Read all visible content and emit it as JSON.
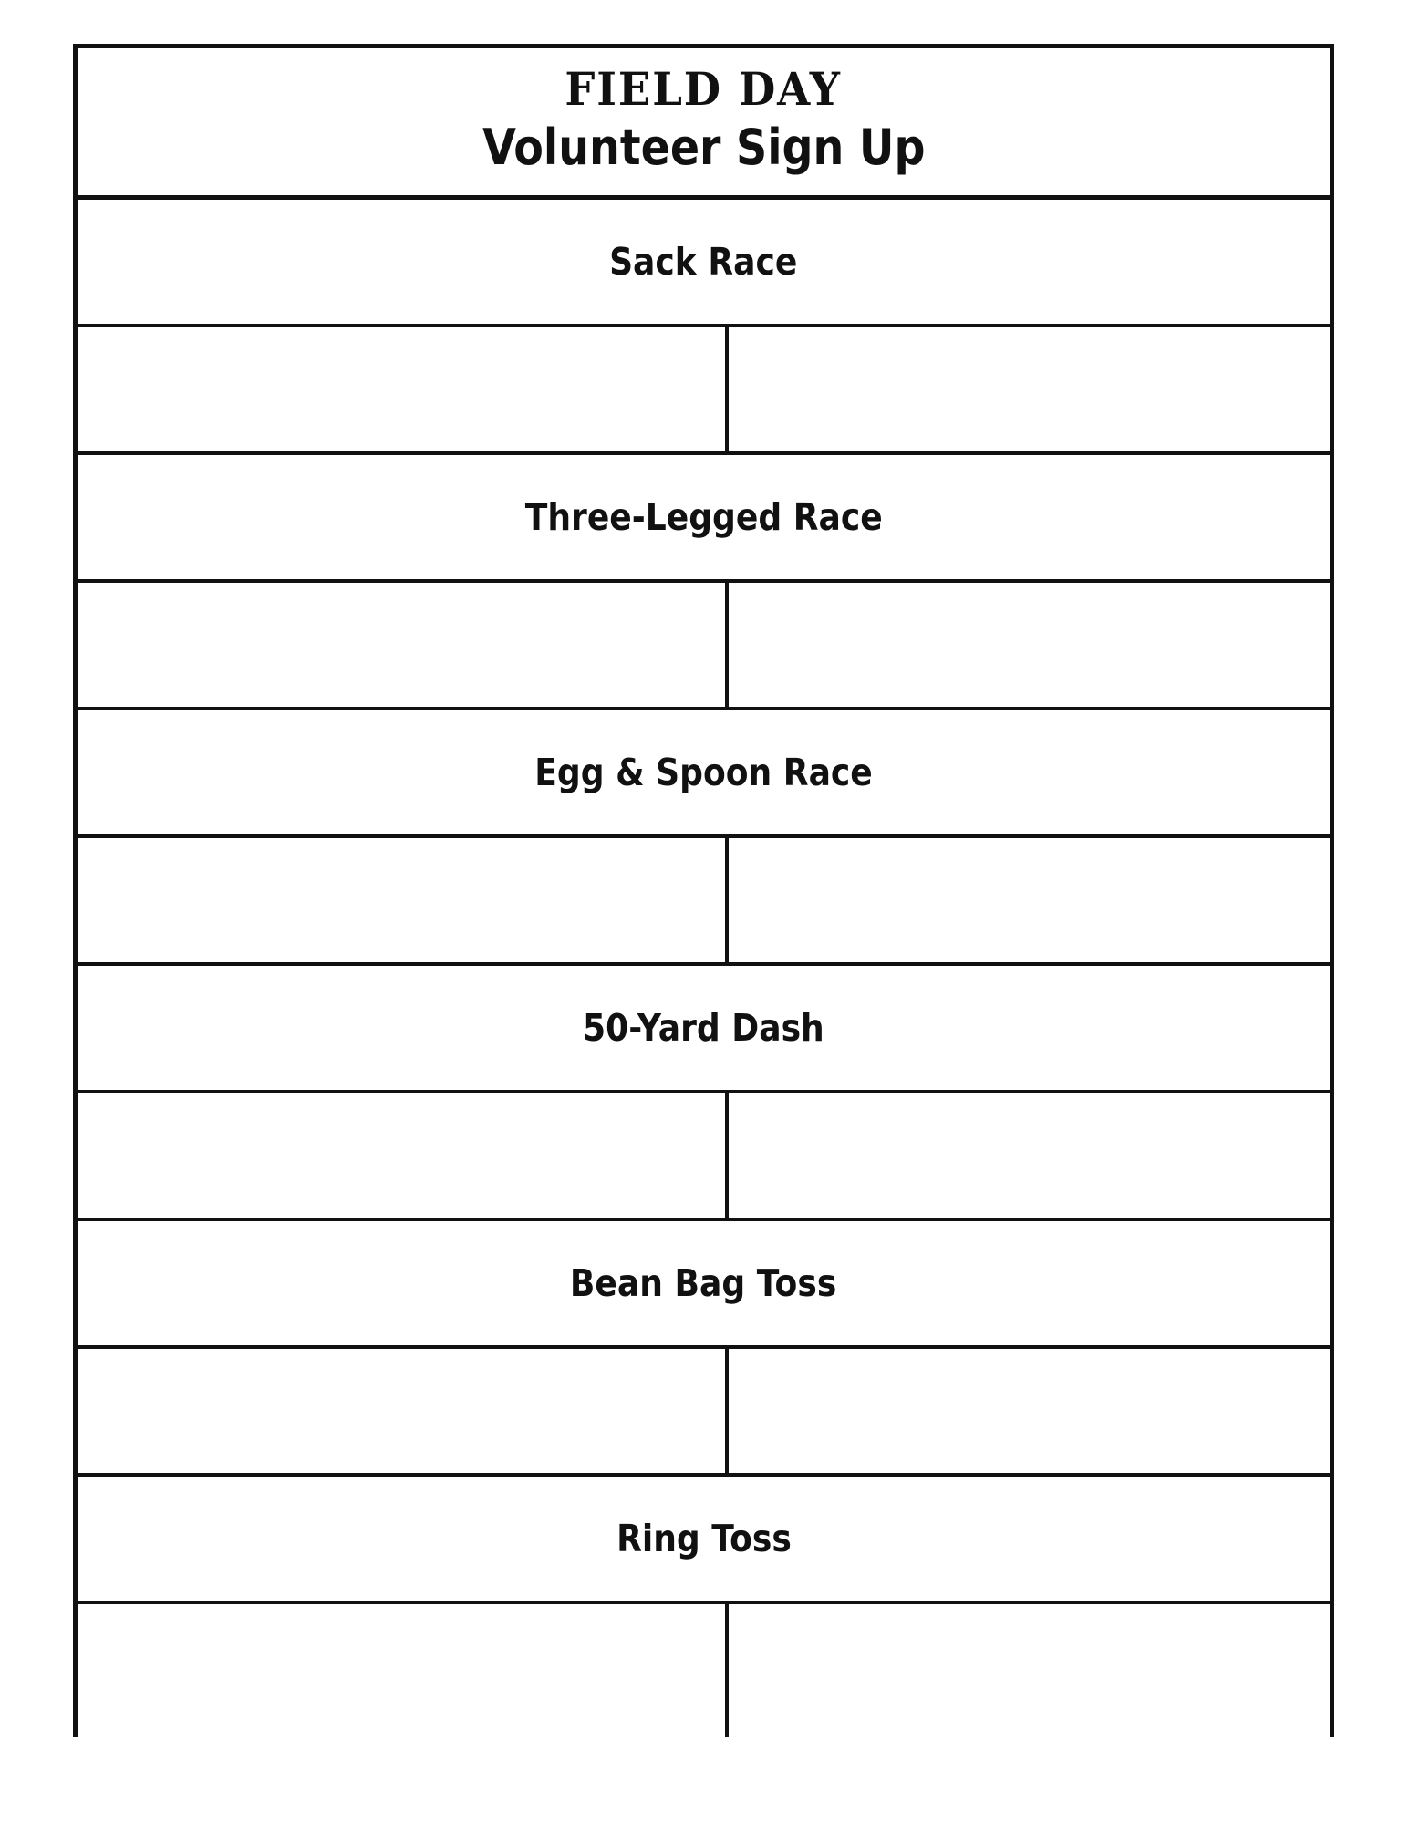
{
  "document": {
    "title_main": "FIELD DAY",
    "title_sub": "Volunteer Sign Up",
    "background_color": "#ffffff",
    "ink_color": "#111111"
  },
  "table": {
    "column_split_percent": 52,
    "activities": [
      {
        "name": "Sack Race",
        "entry_name": "",
        "entry_notes": ""
      },
      {
        "name": "Three-Legged Race",
        "entry_name": "",
        "entry_notes": ""
      },
      {
        "name": "Egg & Spoon Race",
        "entry_name": "",
        "entry_notes": ""
      },
      {
        "name": "50-Yard Dash",
        "entry_name": "",
        "entry_notes": ""
      },
      {
        "name": "Bean Bag Toss",
        "entry_name": "",
        "entry_notes": ""
      },
      {
        "name": "Ring Toss",
        "entry_name": "",
        "entry_notes": ""
      }
    ]
  }
}
